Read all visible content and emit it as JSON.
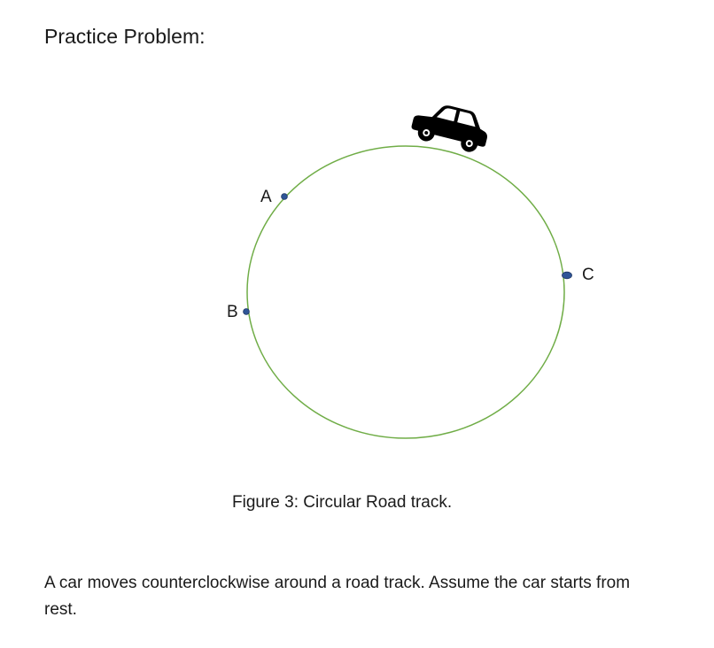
{
  "heading": "Practice Problem:",
  "diagram": {
    "track_color": "#70ad47",
    "point_color": "#2f5597",
    "car_color": "#000000",
    "points": [
      {
        "label": "A"
      },
      {
        "label": "B"
      },
      {
        "label": "C"
      }
    ]
  },
  "caption": "Figure 3: Circular Road track.",
  "body_text": "A car moves counterclockwise around a road track. Assume the car starts from rest.",
  "icons": [
    "car-icon"
  ]
}
